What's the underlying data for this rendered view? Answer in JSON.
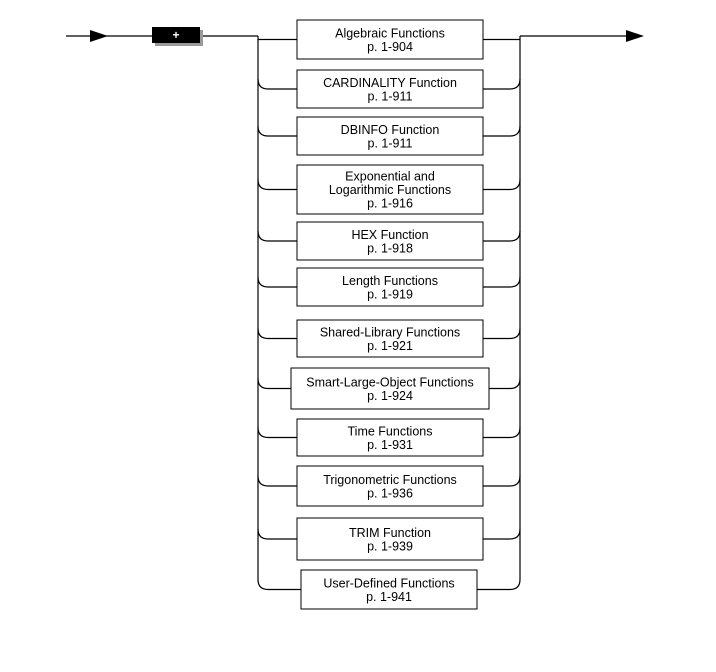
{
  "entry_badge": {
    "label": "+"
  },
  "options": [
    {
      "lines": [
        "Algebraic Functions",
        "p. 1-904"
      ]
    },
    {
      "lines": [
        "CARDINALITY Function",
        "p. 1-911"
      ]
    },
    {
      "lines": [
        "DBINFO  Function",
        "p. 1-911"
      ]
    },
    {
      "lines": [
        "Exponential and",
        "Logarithmic Functions",
        "p. 1-916"
      ]
    },
    {
      "lines": [
        "HEX Function",
        "p. 1-918"
      ]
    },
    {
      "lines": [
        "Length Functions",
        "p. 1-919"
      ]
    },
    {
      "lines": [
        "Shared-Library Functions",
        "p. 1-921"
      ]
    },
    {
      "lines": [
        "Smart-Large-Object Functions",
        "p. 1-924"
      ]
    },
    {
      "lines": [
        "Time Functions",
        "p. 1-931"
      ]
    },
    {
      "lines": [
        "Trigonometric Functions",
        "p. 1-936"
      ]
    },
    {
      "lines": [
        "TRIM Function",
        "p. 1-939"
      ]
    },
    {
      "lines": [
        "User-Defined Functions",
        "p. 1-941"
      ]
    }
  ]
}
